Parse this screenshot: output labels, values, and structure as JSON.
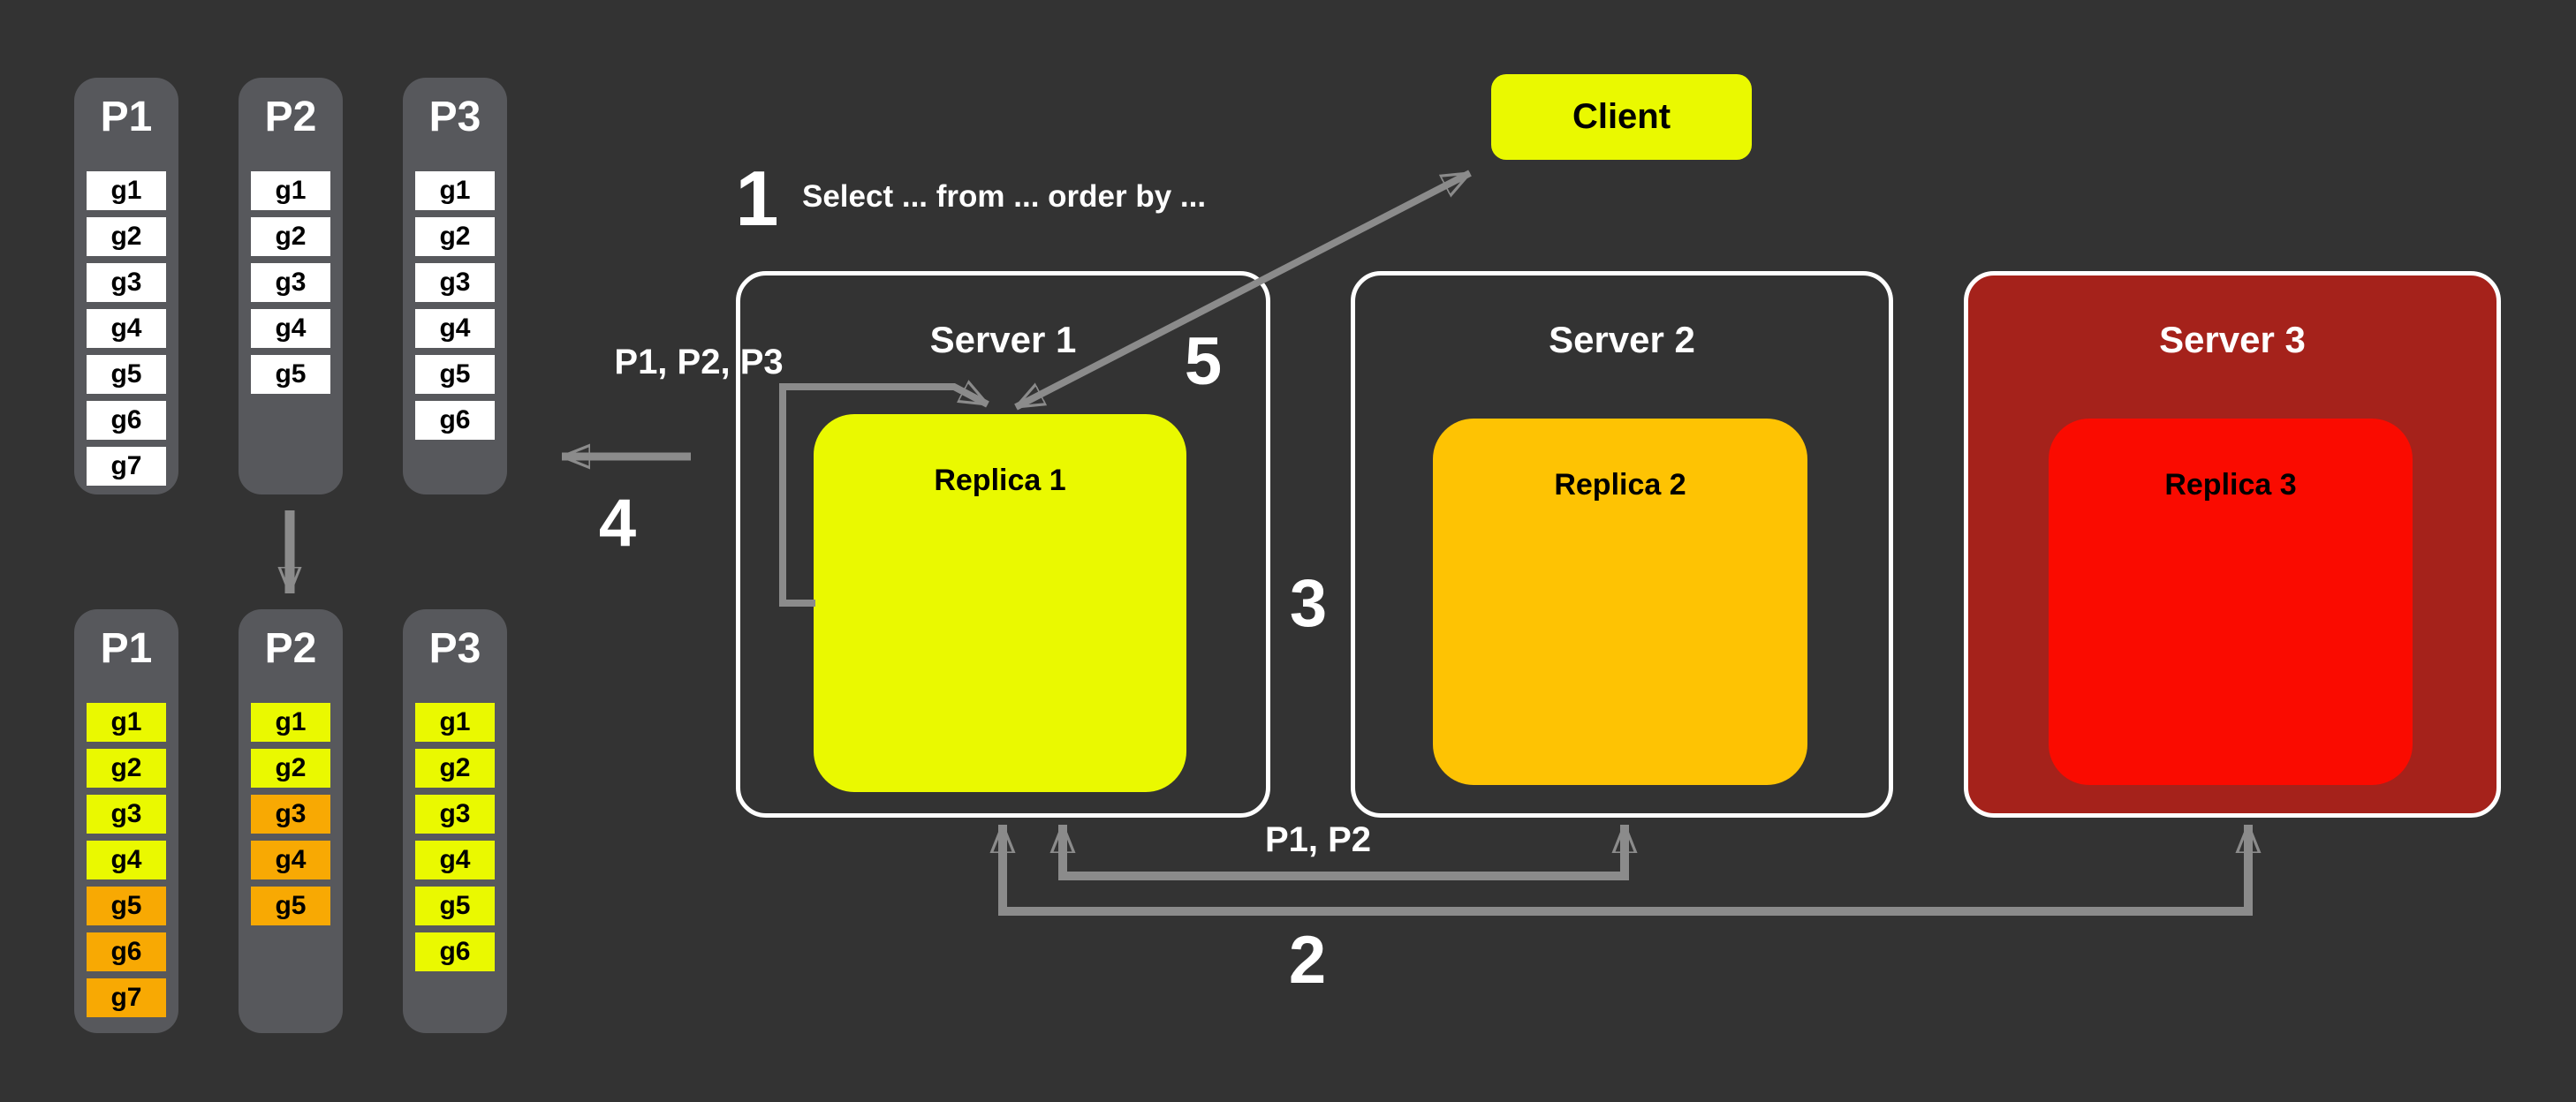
{
  "colors": {
    "background": "#333333",
    "partition_container": "#57585C",
    "cell_white": "#FFFFFF",
    "cell_yellow": "#EAF900",
    "cell_orange": "#F8A903",
    "client_yellow": "#EAF900",
    "replica1_yellow": "#EAF900",
    "replica2_amber": "#FEC303",
    "replica3_red": "#FA0B00",
    "server3_dark_red": "#A5221B",
    "server_border": "#FFFFFF",
    "arrow_gray": "#8B8B8B",
    "text_white": "#FFFFFF",
    "text_black": "#000000"
  },
  "client": {
    "label": "Client"
  },
  "steps": {
    "query": {
      "number": "1",
      "label": "Select ... from ... order by ..."
    },
    "scatter": {
      "number": "2",
      "label": "P1, P2"
    },
    "gather": {
      "number": "3"
    },
    "rebalance": {
      "number": "4"
    },
    "response": {
      "number": "5"
    }
  },
  "loop_label": "P1, P2, P3",
  "servers": [
    {
      "name": "Server 1",
      "replica_label": "Replica 1",
      "replica_color": "yellow",
      "box_color": "none"
    },
    {
      "name": "Server 2",
      "replica_label": "Replica 2",
      "replica_color": "amber",
      "box_color": "none"
    },
    {
      "name": "Server 3",
      "replica_label": "Replica 3",
      "replica_color": "red",
      "box_color": "darkred"
    }
  ],
  "partition_groups": [
    {
      "id": "before",
      "columns": [
        {
          "label": "P1",
          "cells": [
            {
              "label": "g1",
              "color": "white"
            },
            {
              "label": "g2",
              "color": "white"
            },
            {
              "label": "g3",
              "color": "white"
            },
            {
              "label": "g4",
              "color": "white"
            },
            {
              "label": "g5",
              "color": "white"
            },
            {
              "label": "g6",
              "color": "white"
            },
            {
              "label": "g7",
              "color": "white"
            }
          ]
        },
        {
          "label": "P2",
          "cells": [
            {
              "label": "g1",
              "color": "white"
            },
            {
              "label": "g2",
              "color": "white"
            },
            {
              "label": "g3",
              "color": "white"
            },
            {
              "label": "g4",
              "color": "white"
            },
            {
              "label": "g5",
              "color": "white"
            }
          ]
        },
        {
          "label": "P3",
          "cells": [
            {
              "label": "g1",
              "color": "white"
            },
            {
              "label": "g2",
              "color": "white"
            },
            {
              "label": "g3",
              "color": "white"
            },
            {
              "label": "g4",
              "color": "white"
            },
            {
              "label": "g5",
              "color": "white"
            },
            {
              "label": "g6",
              "color": "white"
            }
          ]
        }
      ]
    },
    {
      "id": "after",
      "columns": [
        {
          "label": "P1",
          "cells": [
            {
              "label": "g1",
              "color": "yellow"
            },
            {
              "label": "g2",
              "color": "yellow"
            },
            {
              "label": "g3",
              "color": "yellow"
            },
            {
              "label": "g4",
              "color": "yellow"
            },
            {
              "label": "g5",
              "color": "orange"
            },
            {
              "label": "g6",
              "color": "orange"
            },
            {
              "label": "g7",
              "color": "orange"
            }
          ]
        },
        {
          "label": "P2",
          "cells": [
            {
              "label": "g1",
              "color": "yellow"
            },
            {
              "label": "g2",
              "color": "yellow"
            },
            {
              "label": "g3",
              "color": "orange"
            },
            {
              "label": "g4",
              "color": "orange"
            },
            {
              "label": "g5",
              "color": "orange"
            }
          ]
        },
        {
          "label": "P3",
          "cells": [
            {
              "label": "g1",
              "color": "yellow"
            },
            {
              "label": "g2",
              "color": "yellow"
            },
            {
              "label": "g3",
              "color": "yellow"
            },
            {
              "label": "g4",
              "color": "yellow"
            },
            {
              "label": "g5",
              "color": "yellow"
            },
            {
              "label": "g6",
              "color": "yellow"
            }
          ]
        }
      ]
    }
  ]
}
